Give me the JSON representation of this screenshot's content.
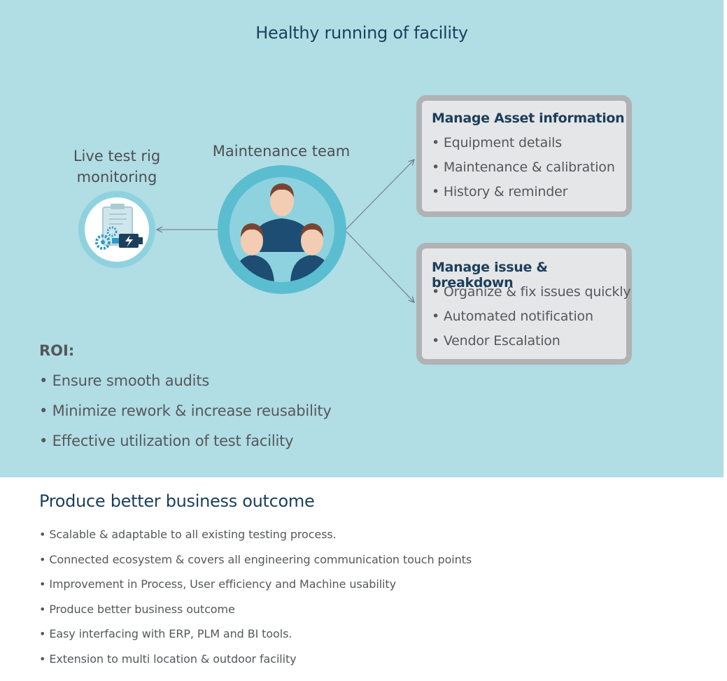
{
  "title": "Healthy running of facility",
  "diagram": {
    "left_label": [
      "Live test rig",
      "monitoring"
    ],
    "center_label": "Maintenance team",
    "boxes": [
      {
        "title": "Manage Asset information",
        "items": [
          "• Equipment details",
          "• Maintenance & calibration",
          "• History & reminder"
        ]
      },
      {
        "title": "Manage issue & breakdown",
        "items": [
          "• Organize & fix issues quickly",
          "• Automated notification",
          "• Vendor Escalation"
        ]
      }
    ]
  },
  "roi": {
    "title": "ROI:",
    "items": [
      "• Ensure smooth audits",
      "• Minimize rework & increase reusability",
      "• Effective utilization of test facility"
    ]
  },
  "outcome": {
    "title": "Produce better business outcome",
    "items": [
      "• Scalable & adaptable to all existing testing process.",
      "• Connected ecosystem & covers all engineering communication touch points",
      "• Improvement in Process, User efficiency and Machine usability",
      "• Produce better business outcome",
      "• Easy interfacing with ERP, PLM and BI tools.",
      "• Extension to multi location & outdoor facility"
    ]
  },
  "colors": {
    "panel_bg": "#b1dde5",
    "title_navy": "#1c3f5c",
    "circle_ring": "#5bbdd0",
    "box_border": "#b0b2b4",
    "box_fill": "#e5e6e7"
  },
  "icons": [
    "test-rig-icon",
    "team-icon"
  ]
}
